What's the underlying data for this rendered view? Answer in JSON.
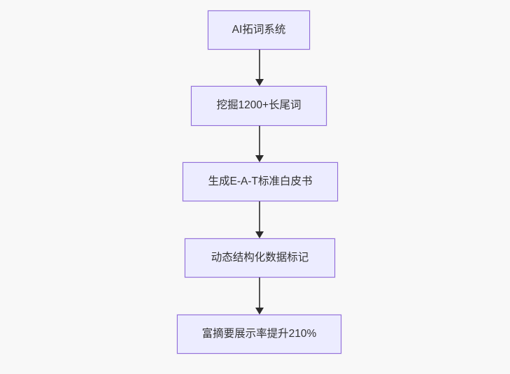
{
  "diagram": {
    "type": "flowchart-vertical",
    "colors": {
      "background": "#f8f8f8",
      "node_fill": "#ececff",
      "node_border": "#9370db",
      "node_text": "#333333",
      "arrow": "#333333"
    },
    "nodes": [
      {
        "label": "AI拓词系统"
      },
      {
        "label": "挖掘1200+长尾词"
      },
      {
        "label": "生成E-A-T标准白皮书"
      },
      {
        "label": "动态结构化数据标记"
      },
      {
        "label": "富摘要展示率提升210%"
      }
    ],
    "edges": [
      {
        "from": 0,
        "to": 1
      },
      {
        "from": 1,
        "to": 2
      },
      {
        "from": 2,
        "to": 3
      },
      {
        "from": 3,
        "to": 4
      }
    ]
  }
}
